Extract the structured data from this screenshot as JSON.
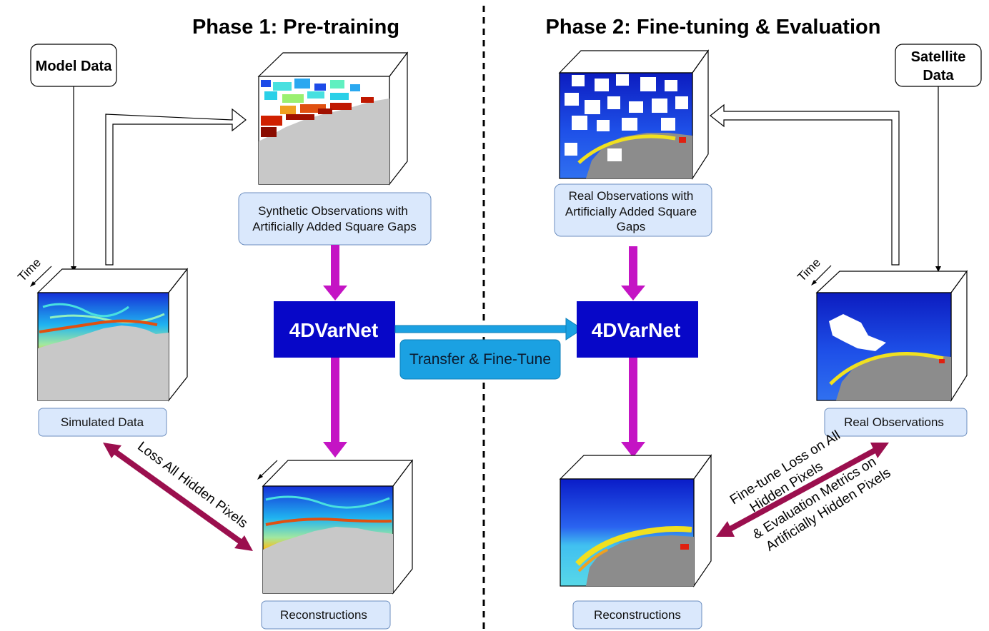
{
  "titles": {
    "phase1": "Phase 1: Pre-training",
    "phase2": "Phase 2: Fine-tuning & Evaluation"
  },
  "sources": {
    "model": "Model Data",
    "satellite_line1": "Satellite",
    "satellite_line2": "Data"
  },
  "captions": {
    "synthetic_line1": "Synthetic Observations with",
    "synthetic_line2": "Artificially Added Square Gaps",
    "simulated": "Simulated Data",
    "reconstructions_left": "Reconstructions",
    "real_gaps_line1": "Real Observations with",
    "real_gaps_line2": "Artificially Added Square",
    "real_gaps_line3": "Gaps",
    "real_obs": "Real Observations",
    "reconstructions_right": "Reconstructions"
  },
  "network": {
    "left": "4DVarNet",
    "right": "4DVarNet",
    "transfer": "Transfer & Fine-Tune"
  },
  "arrows": {
    "loss_left": "Loss All Hidden Pixels",
    "finetune_line1": "Fine-tune Loss on All",
    "finetune_line2": "Hidden Pixels",
    "finetune_line3": "& Evaluation Metrics on",
    "finetune_line4": "Artificially Hidden Pixels",
    "time_left": "Time",
    "time_right": "Time"
  },
  "colors": {
    "net_fill": "#0707c8",
    "caption_fill": "#dae8fc",
    "caption_stroke": "#6c8ebf",
    "flow_arrow": "#c414c4",
    "loss_arrow": "#9b0f4e",
    "transfer_arrow": "#1ba1e2",
    "land_model": "#c8c8c8",
    "land_satellite": "#8c8c8c"
  }
}
